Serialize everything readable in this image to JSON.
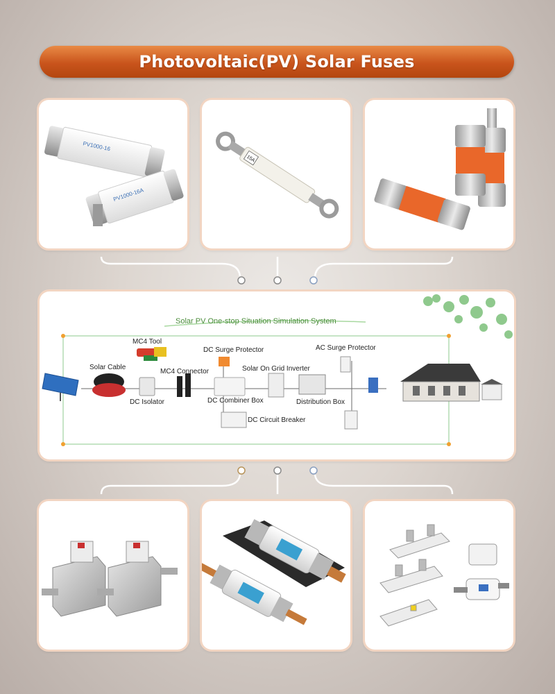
{
  "header": {
    "title": "Photovoltaic(PV) Solar Fuses"
  },
  "diagram": {
    "title": "Solar PV One-stop Situation Simulation System",
    "labels": {
      "mc4_tool": "MC4 Tool",
      "dc_surge_protector": "DC Surge Protector",
      "ac_surge_protector": "AC Surge Protector",
      "solar_cable": "Solar Cable",
      "mc4_connector": "MC4 Connector",
      "solar_on_grid_inverter": "Solar On Grid Inverter",
      "dc_isolator": "DC Isolator",
      "dc_combiner_box": "DC Combiner Box",
      "distribution_box": "Distribution Box",
      "dc_circuit_breaker": "DC Circuit Breaker"
    }
  },
  "top_products": {
    "card1": {
      "print_a": "PV1000-16",
      "print_b": "PV1000-16A"
    },
    "card2": {
      "print": "15A"
    }
  },
  "colors": {
    "accent_orange": "#c9541c",
    "card_border": "#f2d5c2",
    "diagram_green": "#4a8c3a"
  },
  "icons": [
    "fuse-cartridge-icon",
    "fuse-lead-icon",
    "fuse-ferrule-icon",
    "solar-panel-icon",
    "house-icon",
    "fuse-holder-icon",
    "fuse-base-icon"
  ]
}
